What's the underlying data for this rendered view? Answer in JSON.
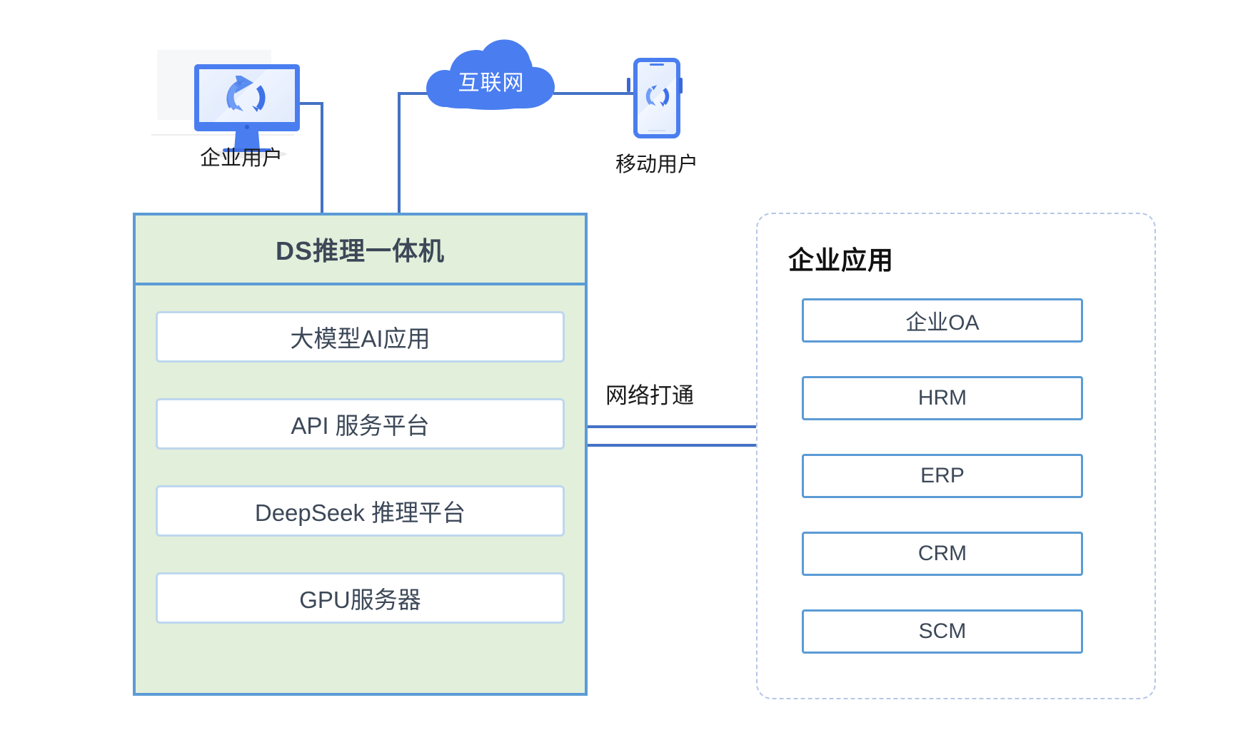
{
  "diagram": {
    "title_internal": "DS推理一体机企业应用架构图",
    "colors": {
      "panel_green": "#e2efda",
      "panel_border_blue": "#5b9bd5",
      "item_border_light_blue": "#bdd7ee",
      "device_blue": "#4a7ef0",
      "cloud_blue": "#4a7ef0",
      "dashed_border": "#b6c6e8",
      "arrow_blue": "#4472c4",
      "text_dark": "#3c4858"
    }
  },
  "devices": {
    "desktop": {
      "icon": "desktop-monitor-sync-icon",
      "label": "企业用户"
    },
    "mobile": {
      "icon": "smartphone-sync-icon",
      "label": "移动用户"
    },
    "cloud": {
      "icon": "cloud-icon",
      "label": "互联网"
    }
  },
  "ds_panel": {
    "header": "DS推理一体机",
    "items": [
      {
        "label": "大模型AI应用"
      },
      {
        "label": "API 服务平台"
      },
      {
        "label": "DeepSeek 推理平台"
      },
      {
        "label": "GPU服务器"
      }
    ]
  },
  "connector": {
    "label": "网络打通",
    "arrow": "block-arrow-right-icon"
  },
  "app_panel": {
    "title": "企业应用",
    "items": [
      {
        "label": "企业OA"
      },
      {
        "label": "HRM"
      },
      {
        "label": "ERP"
      },
      {
        "label": "CRM"
      },
      {
        "label": "SCM"
      }
    ]
  }
}
